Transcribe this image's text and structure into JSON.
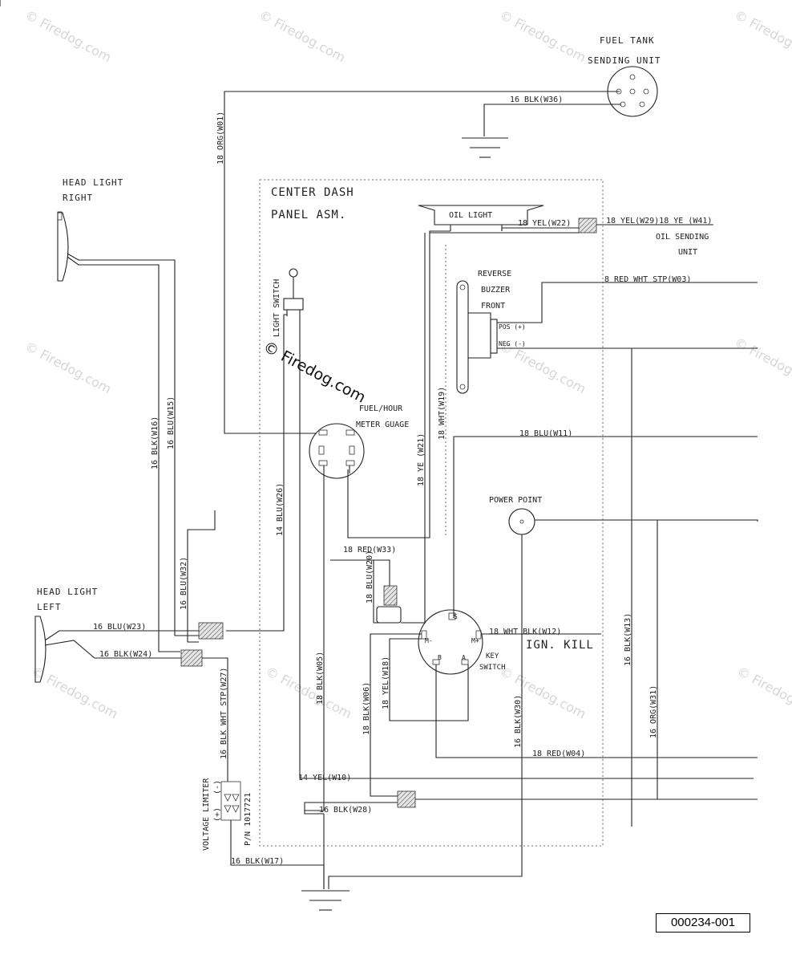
{
  "watermarks": {
    "text": "© Firedog.com",
    "main": "© Firedog.com"
  },
  "components": {
    "fuel_tank_line1": "FUEL TANK",
    "fuel_tank_line2": "SENDING UNIT",
    "head_light_right_line1": "HEAD LIGHT",
    "head_light_right_line2": "RIGHT",
    "head_light_left_line1": "HEAD LIGHT",
    "head_light_left_line2": "LEFT",
    "center_dash_line1": "CENTER DASH",
    "center_dash_line2": "PANEL ASM.",
    "oil_light": "OIL LIGHT",
    "oil_sending_line1": "OIL SENDING",
    "oil_sending_line2": "UNIT",
    "light_switch": "LIGHT SWITCH",
    "reverse_buzzer_line1": "REVERSE",
    "reverse_buzzer_line2": "BUZZER",
    "reverse_buzzer_line3": "FRONT",
    "pos": "POS (+)",
    "neg": "NEG (-)",
    "meter_gauge_line1": "FUEL/HOUR",
    "meter_gauge_line2": "METER GUAGE",
    "power_point": "POWER POINT",
    "ign_kill": "IGN. KILL",
    "key_switch_line1": "KEY",
    "key_switch_line2": "SWITCH",
    "voltage_limiter": "VOLTAGE LIMITER",
    "voltage_limiter_minus": "(-)",
    "voltage_limiter_plus": "(+)",
    "voltage_limiter_pn": "P/N 1017721"
  },
  "terminals": {
    "s": "S",
    "m_left": "M-",
    "m_right": "M+",
    "b": "B",
    "a": "A"
  },
  "wires": {
    "w36": "16 BLK(W36)",
    "w01": "18 ORG(W01)",
    "w22": "18 YEL(W22)",
    "w29_w41": "18 YEL(W29)18 YE (W41)",
    "w03": "8 RED WHT STP(W03)",
    "w16": "16 BLK(W16)",
    "w15": "16 BLU(W15)",
    "w19": "18 WHT(W19)",
    "w21": "18 YE (W21)",
    "w11": "18 BLU(W11)",
    "w26": "14 BLU(W26)",
    "w32": "16 BLU(W32)",
    "w33": "18 RED(W33)",
    "w20": "18 BLU(W20)",
    "w23": "16 BLU(W23)",
    "w24": "16 BLK(W24)",
    "w12": "18 WHT BLK(W12)",
    "w13": "16 BLK(W13)",
    "w27": "16 BLK WHT STP(W27)",
    "w05": "18 BLK(W05)",
    "w18": "18 YEL(W18)",
    "w06": "18 BLK(W06)",
    "w30": "16 BLK(W30)",
    "w31": "16 ORG(W31)",
    "w04": "18 RED(W04)",
    "w10": "14 YEL(W10)",
    "w28": "16 BLK(W28)",
    "w17": "16 BLK(W17)"
  },
  "part_number": "000234-001"
}
